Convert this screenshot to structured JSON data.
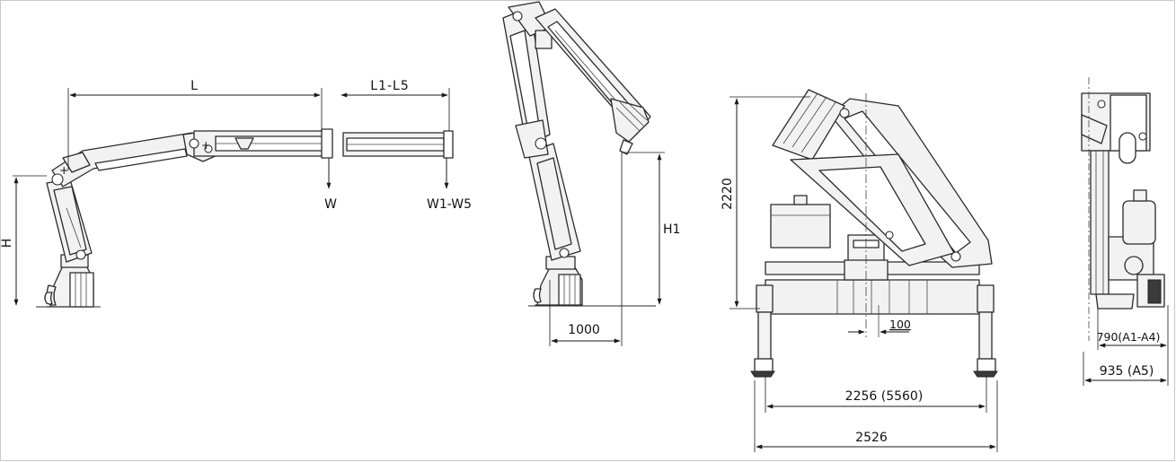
{
  "side_view": {
    "length_label": "L",
    "extension_label": "L1-L5",
    "height_label": "H",
    "load_label": "W",
    "extension_load_label": "W1-W5"
  },
  "raised_view": {
    "height_label": "H1",
    "reach_label": "1000"
  },
  "rear_view": {
    "height_label": "2220",
    "offset_label": "100",
    "inner_width_label": "2256 (5560)",
    "outer_width_label": "2526"
  },
  "end_view": {
    "width_a1_a4_label": "790(A1-A4)",
    "width_a5_label": "935 (A5)"
  }
}
